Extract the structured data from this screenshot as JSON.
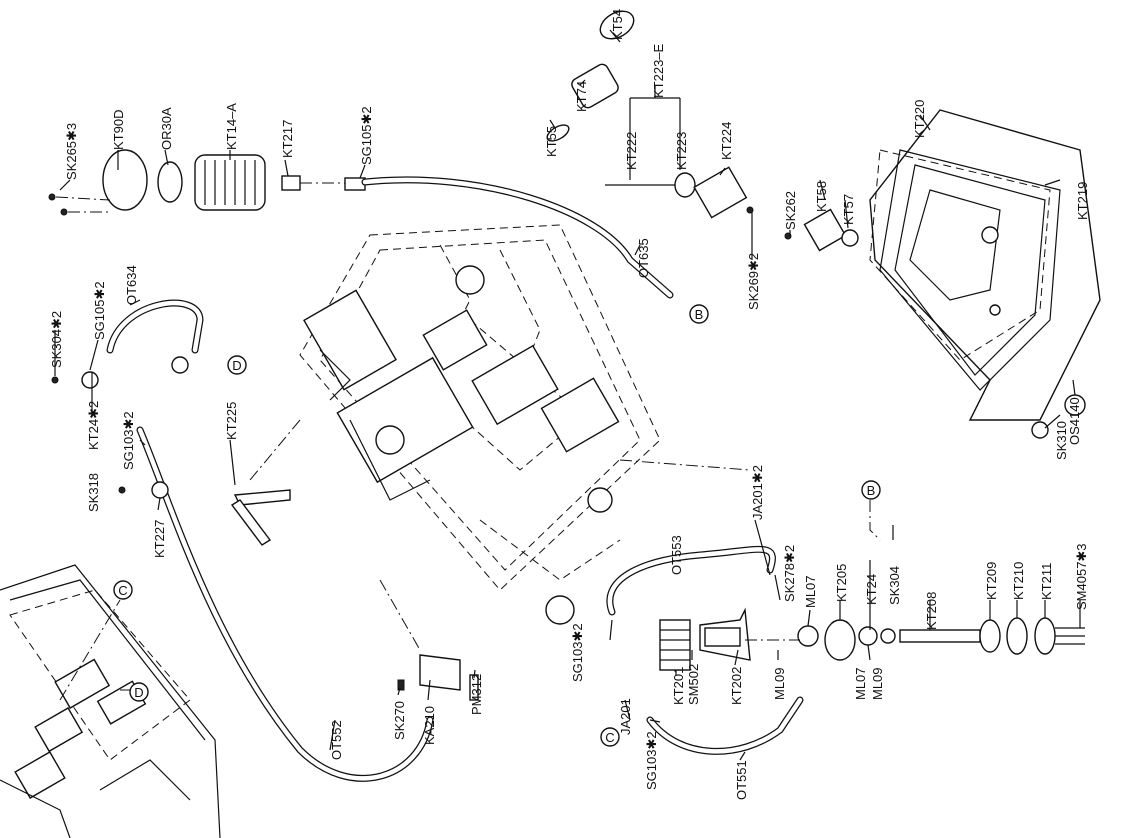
{
  "labels": {
    "KT54": "KT54",
    "KT74": "KT74",
    "KT223E": "KT223–E",
    "KT55": "KT55",
    "KT222": "KT222",
    "KT223": "KT223",
    "KT224": "KT224",
    "KT220": "KT220",
    "KT219": "KT219",
    "SK262": "SK262",
    "KT58": "KT58",
    "KT57": "KT57",
    "SK269x2": "SK269✱2",
    "SK265x3": "SK265✱3",
    "KT90D": "KT90D",
    "OR30A": "OR30A",
    "KT14A": "KT14–A",
    "KT217": "KT217",
    "SG105x2a": "SG105✱2",
    "OT635": "OT635",
    "OT634": "OT634",
    "SG105x2b": "SG105✱2",
    "SK304x2": "SK304✱2",
    "KT24x2": "KT24✱2",
    "SG103x2a": "SG103✱2",
    "SK318": "SK318",
    "KT225": "KT225",
    "KT227": "KT227",
    "OS4140": "OS4140",
    "SK310": "SK310",
    "JA201x2": "JA201✱2",
    "OT553": "OT553",
    "SK278x2": "SK278✱2",
    "ML07a": "ML07",
    "KT205": "KT205",
    "KT24": "KT24",
    "SK304": "SK304",
    "SG103x2b": "SG103✱2",
    "KT201": "KT201",
    "SM502": "SM502",
    "KT202": "KT202",
    "ML09a": "ML09",
    "KT208": "KT208",
    "KT209": "KT209",
    "KT210": "KT210",
    "KT211": "KT211",
    "SM4057x3": "SM4057✱3",
    "ML07b": "ML07",
    "ML09b": "ML09",
    "JA201": "JA201",
    "SG103x2c": "SG103✱2",
    "OT551": "OT551",
    "OT552": "OT552",
    "SK270": "SK270",
    "KA210": "KA210",
    "PM312": "PM312"
  },
  "refs": {
    "B1": "B",
    "B2": "B",
    "C1": "C",
    "C2": "C",
    "D1": "D",
    "D2": "D"
  }
}
